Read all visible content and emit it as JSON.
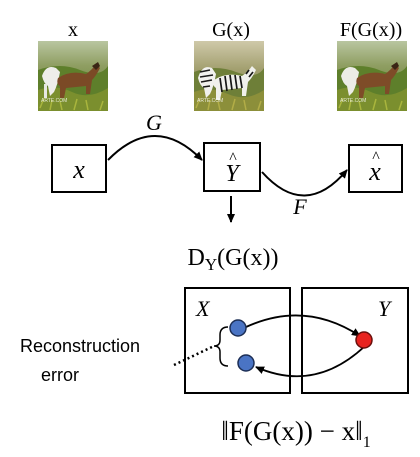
{
  "images": [
    {
      "label": "x",
      "content": "horse in grassy field"
    },
    {
      "label": "G(x)",
      "content": "zebras in grassy field"
    },
    {
      "label": "F(G(x))",
      "content": "horse in grassy field"
    }
  ],
  "watermark": "ARTE.COM",
  "nodes": {
    "x": "x",
    "y_hat": "Y",
    "y_hat_accent": "^",
    "x_hat": "x",
    "x_hat_accent": "^"
  },
  "mappings": {
    "g": "G",
    "f": "F"
  },
  "discriminator": {
    "main": "D",
    "sub": "Y",
    "arg": "(G(x))"
  },
  "domains": {
    "left": "X",
    "right": "Y"
  },
  "annotation": {
    "line1": "Reconstruction",
    "line2": "error"
  },
  "loss": {
    "left_bars": "‖",
    "body": "F(G(x)) − x",
    "right_bars": "‖",
    "sub": "1"
  },
  "colors": {
    "blue_point": "#4a74c4",
    "red_point": "#e8231f"
  }
}
